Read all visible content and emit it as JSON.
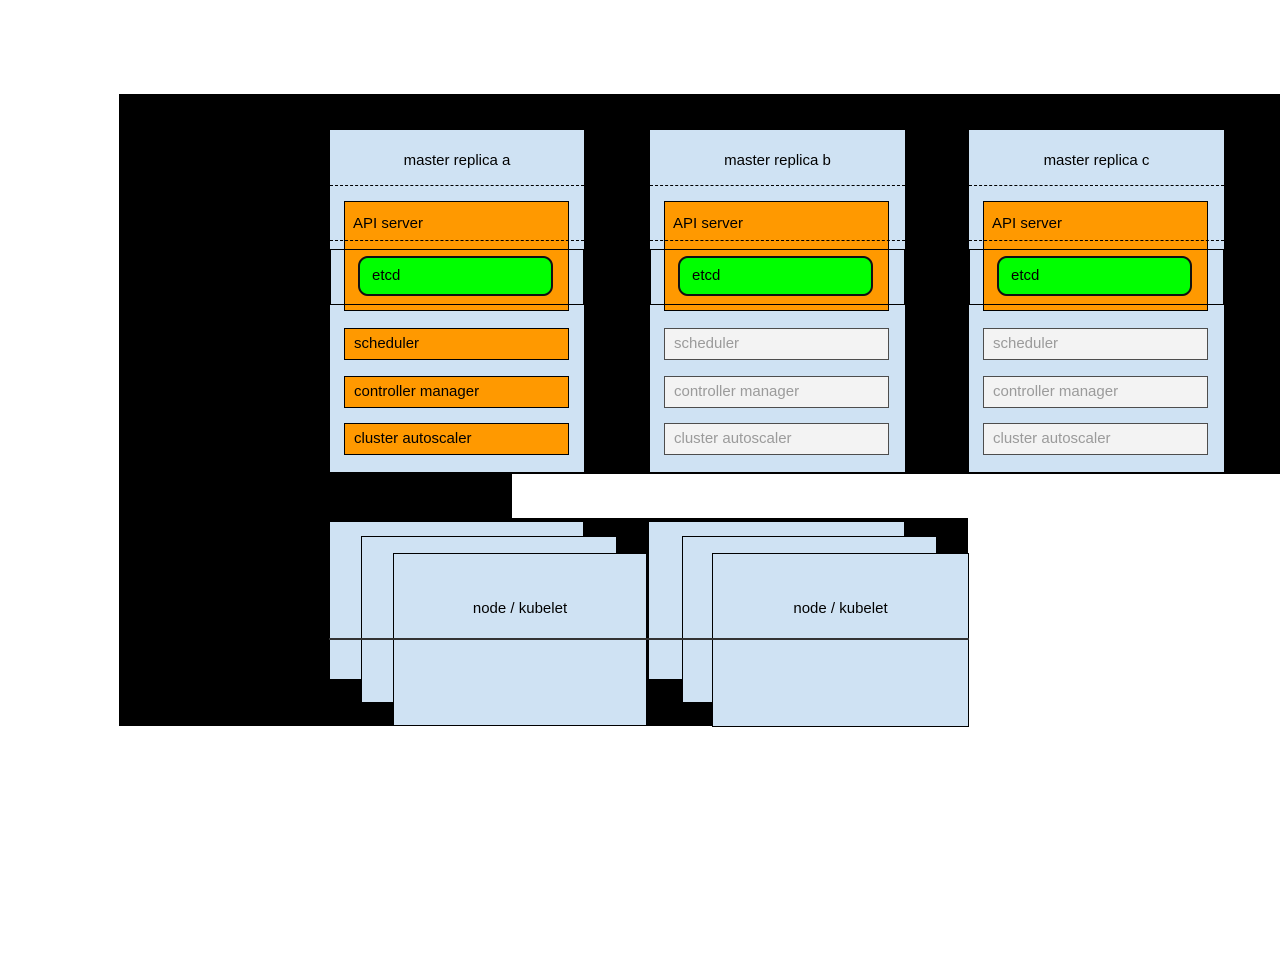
{
  "diagram": {
    "type": "kubernetes-ha-masters-architecture",
    "masters": [
      {
        "title": "master replica a",
        "state": "active",
        "api_server": "API server",
        "etcd": "etcd",
        "scheduler": "scheduler",
        "controller_manager": "controller manager",
        "cluster_autoscaler": "cluster autoscaler"
      },
      {
        "title": "master replica b",
        "state": "standby",
        "api_server": "API server",
        "etcd": "etcd",
        "scheduler": "scheduler",
        "controller_manager": "controller manager",
        "cluster_autoscaler": "cluster autoscaler"
      },
      {
        "title": "master replica c",
        "state": "standby",
        "api_server": "API server",
        "etcd": "etcd",
        "scheduler": "scheduler",
        "controller_manager": "controller manager",
        "cluster_autoscaler": "cluster autoscaler"
      }
    ],
    "node_groups": [
      {
        "label": "node / kubelet",
        "stacked_boxes": 3
      },
      {
        "label": "node / kubelet",
        "stacked_boxes": 3
      }
    ],
    "colors": {
      "background": "#000000",
      "container_fill": "#cfe2f3",
      "active_fill": "#ff9900",
      "etcd_fill": "#00ff00",
      "standby_fill": "#f3f3f3",
      "standby_text": "#999999"
    }
  }
}
